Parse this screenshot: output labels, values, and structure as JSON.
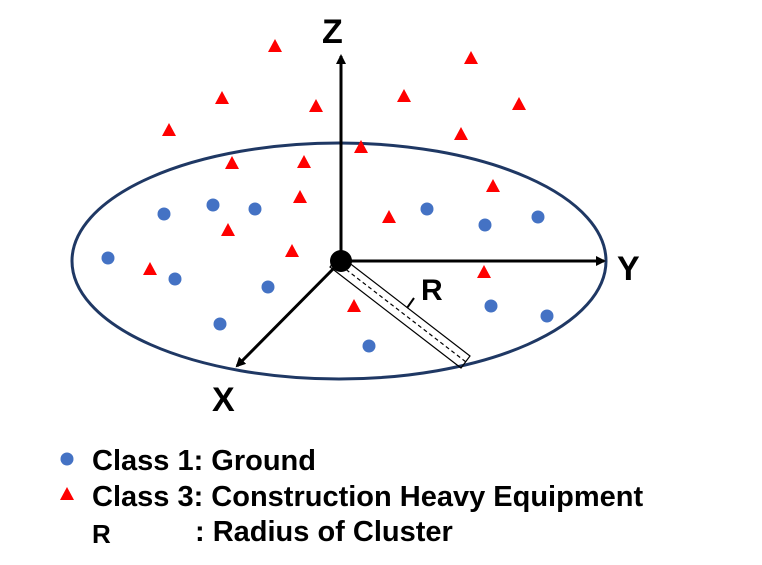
{
  "axes": {
    "z": "Z",
    "y": "Y",
    "x": "X"
  },
  "radius_label": "R",
  "legend": {
    "class1": "Class 1: Ground",
    "class3": "Class 3: Construction Heavy Equipment",
    "r_symbol": "R",
    "r_text": ": Radius of Cluster"
  },
  "colors": {
    "class1": "#4472c4",
    "class3": "#ff0000",
    "ellipse": "#1f3864",
    "axes": "#000000"
  }
}
